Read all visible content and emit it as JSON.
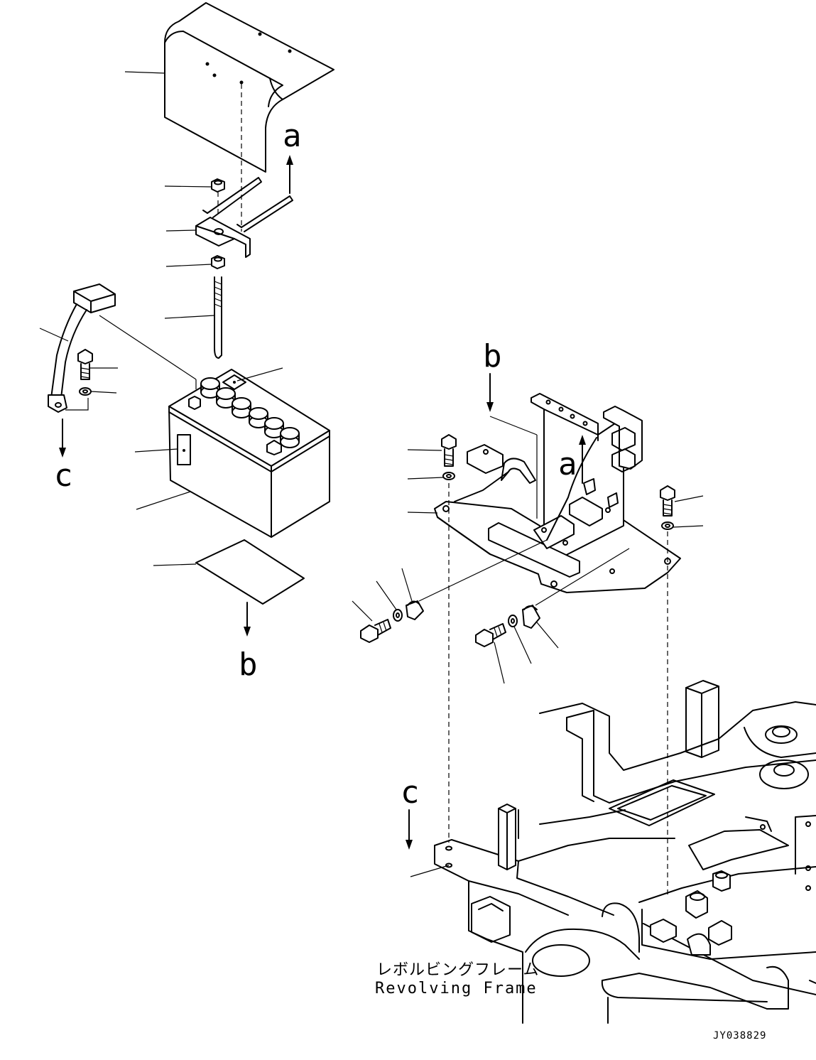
{
  "callouts": {
    "a_top": "a",
    "a_bracket": "a",
    "b_left": "b",
    "b_bracket": "b",
    "c_left": "c",
    "c_frame": "c"
  },
  "frame_label": {
    "japanese": "レボルビングフレーム",
    "english": "Revolving Frame"
  },
  "drawing_number": "JY038829"
}
